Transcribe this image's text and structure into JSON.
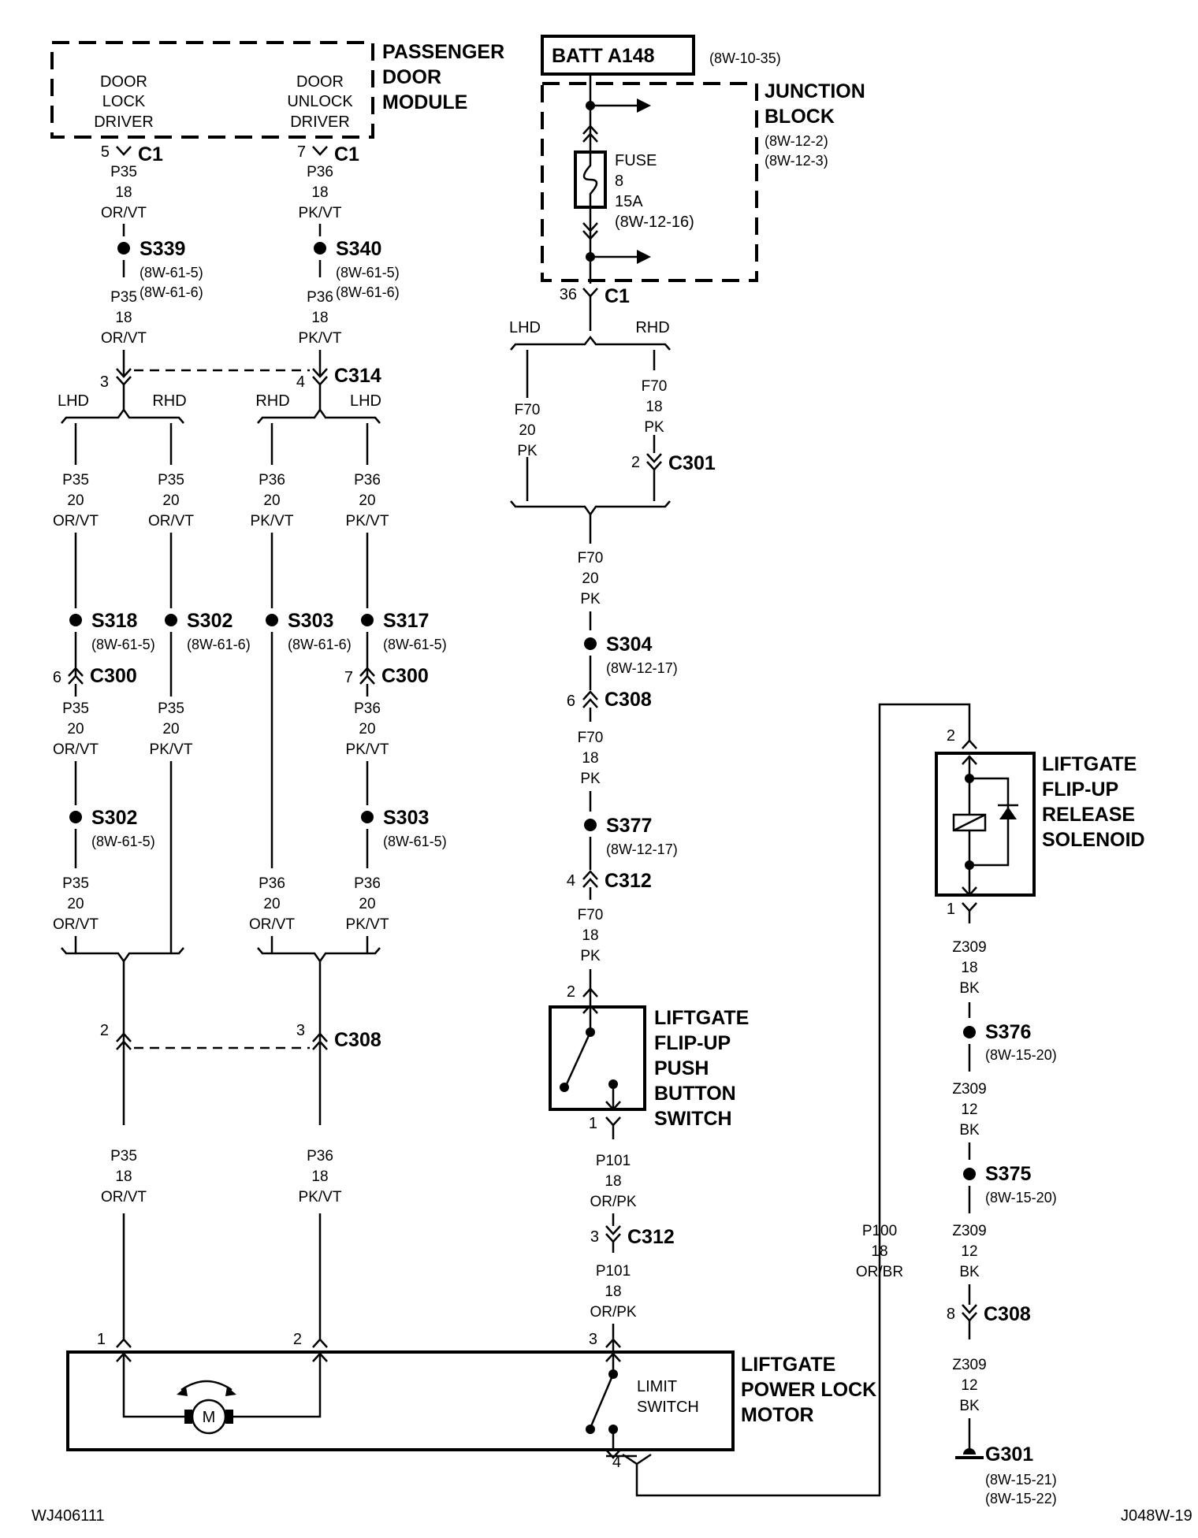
{
  "components": {
    "passenger_door_module": {
      "title": [
        "PASSENGER",
        "DOOR",
        "MODULE"
      ],
      "lock_driver": [
        "DOOR",
        "LOCK",
        "DRIVER"
      ],
      "unlock_driver": [
        "DOOR",
        "UNLOCK",
        "DRIVER"
      ]
    },
    "batt": {
      "title": "BATT A148",
      "ref": "(8W-10-35)"
    },
    "junction_block": {
      "title": [
        "JUNCTION",
        "BLOCK"
      ],
      "refs": [
        "(8W-12-2)",
        "(8W-12-3)"
      ],
      "fuse": [
        "FUSE",
        "8",
        "15A",
        "(8W-12-16)"
      ]
    },
    "solenoid": {
      "title": [
        "LIFTGATE",
        "FLIP-UP",
        "RELEASE",
        "SOLENOID"
      ]
    },
    "push_switch": {
      "title": [
        "LIFTGATE",
        "FLIP-UP",
        "PUSH",
        "BUTTON",
        "SWITCH"
      ]
    },
    "lock_motor": {
      "title": [
        "LIFTGATE",
        "POWER LOCK",
        "MOTOR"
      ],
      "motor_symbol": "M",
      "limit_switch": [
        "LIMIT",
        "SWITCH"
      ]
    }
  },
  "splices": [
    {
      "id": "S339",
      "refs": [
        "(8W-61-5)",
        "(8W-61-6)"
      ]
    },
    {
      "id": "S340",
      "refs": [
        "(8W-61-5)",
        "(8W-61-6)"
      ]
    },
    {
      "id": "S318",
      "refs": [
        "(8W-61-5)"
      ]
    },
    {
      "id": "S302",
      "refs": [
        "(8W-61-6)"
      ]
    },
    {
      "id": "S303",
      "refs": [
        "(8W-61-6)"
      ]
    },
    {
      "id": "S317",
      "refs": [
        "(8W-61-5)"
      ]
    },
    {
      "id": "S302",
      "refs": [
        "(8W-61-5)"
      ]
    },
    {
      "id": "S303",
      "refs": [
        "(8W-61-5)"
      ]
    },
    {
      "id": "S304",
      "refs": [
        "(8W-12-17)"
      ]
    },
    {
      "id": "S377",
      "refs": [
        "(8W-12-17)"
      ]
    },
    {
      "id": "S376",
      "refs": [
        "(8W-15-20)"
      ]
    },
    {
      "id": "S375",
      "refs": [
        "(8W-15-20)"
      ]
    }
  ],
  "connectors": [
    {
      "id": "C1",
      "pin": "5"
    },
    {
      "id": "C1",
      "pin": "7"
    },
    {
      "id": "C314",
      "pin": "3"
    },
    {
      "id": "C314",
      "pin": "4"
    },
    {
      "id": "C300",
      "pin": "6"
    },
    {
      "id": "C300",
      "pin": "7"
    },
    {
      "id": "C308",
      "pin": "2"
    },
    {
      "id": "C308",
      "pin": "3"
    },
    {
      "id": "C1",
      "pin": "36"
    },
    {
      "id": "C301",
      "pin": "2"
    },
    {
      "id": "C308",
      "pin": "6"
    },
    {
      "id": "C312",
      "pin": "4"
    },
    {
      "id": "C312",
      "pin": "3"
    },
    {
      "id": "C308",
      "pin": "8"
    }
  ],
  "pins": {
    "motor": [
      "1",
      "2",
      "3",
      "4"
    ],
    "switch": [
      "2",
      "1"
    ],
    "solenoid": [
      "2",
      "1"
    ]
  },
  "branch_labels": {
    "lhd": "LHD",
    "rhd": "RHD"
  },
  "wires": {
    "p35_18": [
      "P35",
      "18",
      "OR/VT"
    ],
    "p36_18": [
      "P36",
      "18",
      "PK/VT"
    ],
    "p35_20": [
      "P35",
      "20",
      "OR/VT"
    ],
    "p36_20": [
      "P36",
      "20",
      "PK/VT"
    ],
    "p35_20_pkvt": [
      "P35",
      "20",
      "PK/VT"
    ],
    "p36_20_orvt": [
      "P36",
      "20",
      "OR/VT"
    ],
    "f70_20": [
      "F70",
      "20",
      "PK"
    ],
    "f70_18": [
      "F70",
      "18",
      "PK"
    ],
    "p101_18": [
      "P101",
      "18",
      "OR/PK"
    ],
    "p100_18": [
      "P100",
      "18",
      "OR/BR"
    ],
    "z309_18": [
      "Z309",
      "18",
      "BK"
    ],
    "z309_12": [
      "Z309",
      "12",
      "BK"
    ]
  },
  "ground": {
    "id": "G301",
    "refs": [
      "(8W-15-21)",
      "(8W-15-22)"
    ]
  },
  "footer": {
    "left": "WJ406111",
    "right": "J048W-19"
  }
}
